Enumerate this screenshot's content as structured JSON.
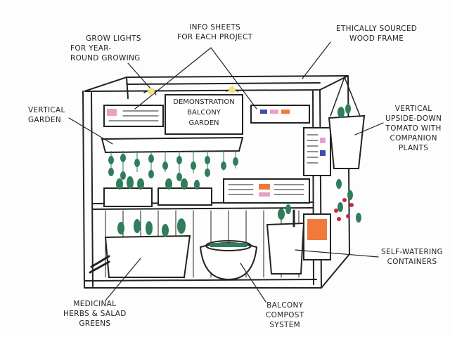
{
  "title": "Demonstration Balcony Garden",
  "sign": [
    "DEMONSTRATION",
    "BALCONY",
    "GARDEN"
  ],
  "labels": {
    "grow_lights": [
      "GROW LIGHTS",
      "FOR YEAR-",
      "ROUND GROWING"
    ],
    "info_sheets": [
      "INFO SHEETS",
      "FOR EACH PROJECT"
    ],
    "wood_frame": [
      "ETHICALLY SOURCED",
      "WOOD FRAME"
    ],
    "vertical_garden": [
      "VERTICAL",
      "GARDEN"
    ],
    "tomato": [
      "VERTICAL",
      "UPSIDE-DOWN",
      "TOMATO WITH",
      "COMPANION",
      "PLANTS"
    ],
    "self_watering": [
      "SELF-WATERING",
      "CONTAINERS"
    ],
    "herbs": [
      "MEDICINAL",
      "HERBS & SALAD",
      "GREENS"
    ],
    "compost": [
      "BALCONY",
      "COMPOST",
      "SYSTEM"
    ]
  },
  "colors": {
    "ink": "#222222",
    "green": "#2f7d5a",
    "pink": "#e8a0c8",
    "orange": "#f07a3c",
    "red": "#c8283c",
    "yellow": "#f2e27a",
    "blue": "#3b4fa8"
  }
}
